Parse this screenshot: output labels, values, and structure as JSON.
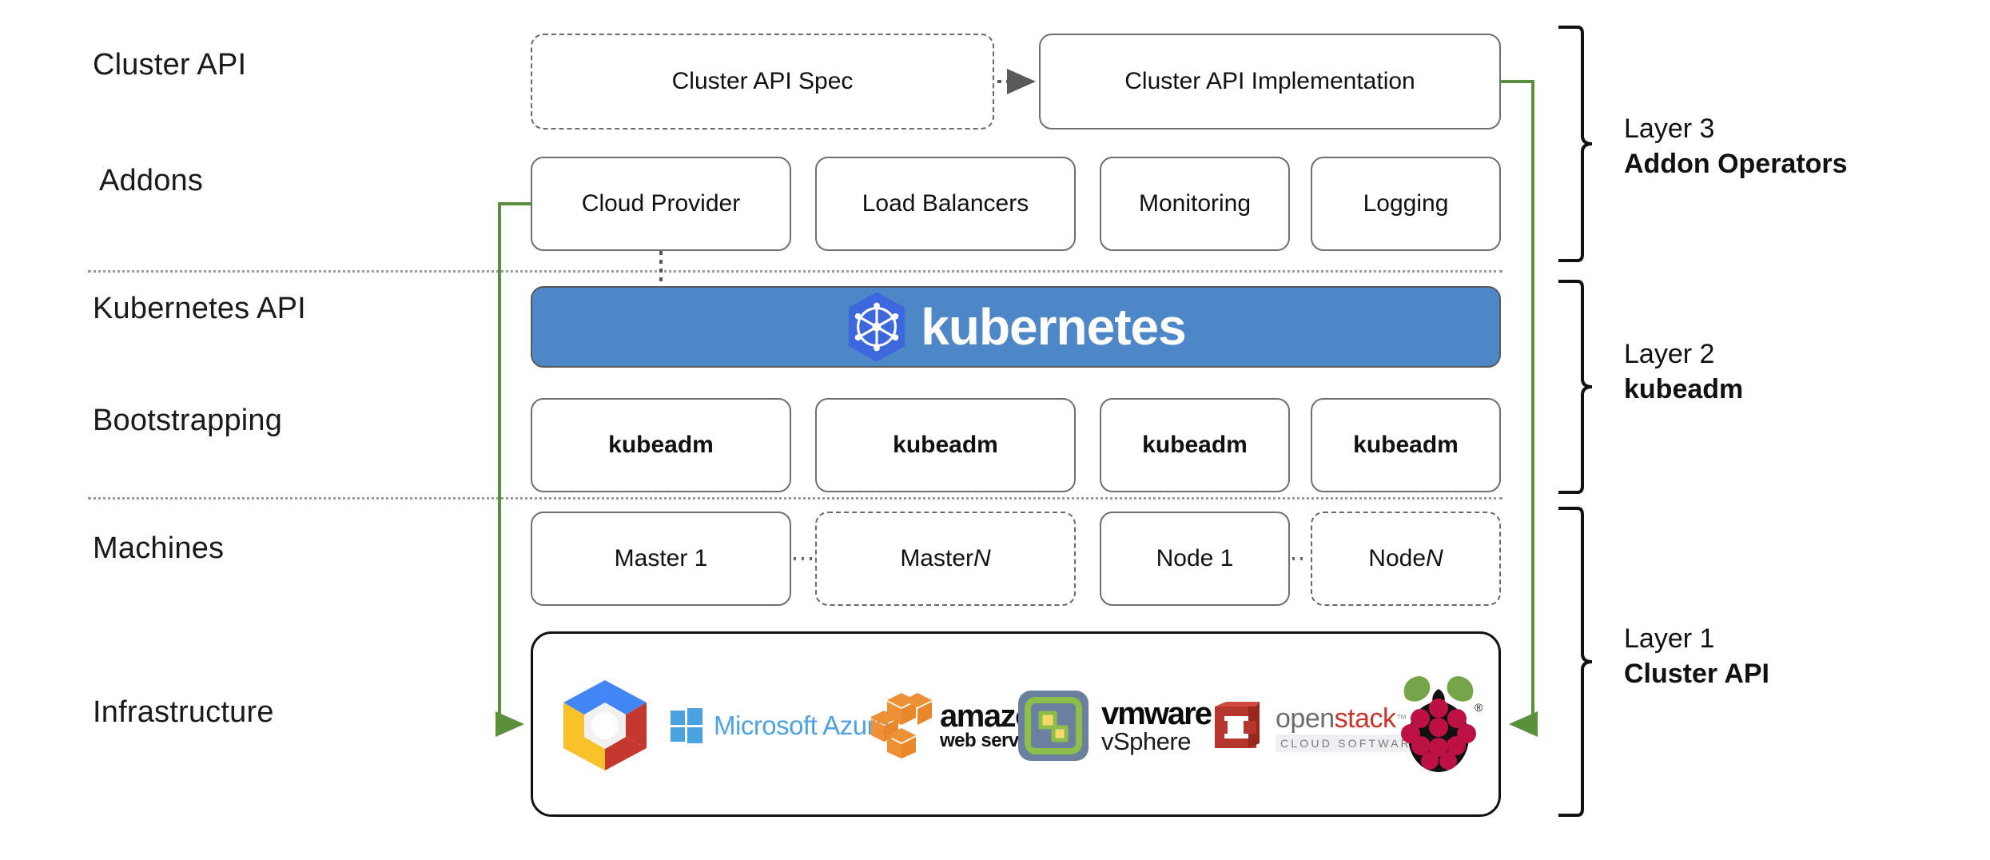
{
  "diagram": {
    "title": "Kubernetes Cluster API layered architecture",
    "accent_green": "#5a8f3c",
    "k8s_blue": "#4e87c7",
    "k8s_logo_blue": "#3d68dd"
  },
  "row_labels": [
    {
      "id": "cluster-api",
      "text": "Cluster API"
    },
    {
      "id": "addons",
      "text": "Addons"
    },
    {
      "id": "kubernetes-api",
      "text": "Kubernetes API"
    },
    {
      "id": "bootstrapping",
      "text": "Bootstrapping"
    },
    {
      "id": "machines",
      "text": "Machines"
    },
    {
      "id": "infrastructure",
      "text": "Infrastructure"
    }
  ],
  "cluster_api_row": {
    "spec": {
      "label": "Cluster API Spec",
      "border": "dashed"
    },
    "implementation": {
      "label": "Cluster API Implementation",
      "border": "solid"
    },
    "connector": "dotted-arrow-right"
  },
  "addons_row": [
    {
      "label": "Cloud Provider",
      "border": "solid"
    },
    {
      "label": "Load Balancers",
      "border": "solid"
    },
    {
      "label": "Monitoring",
      "border": "solid"
    },
    {
      "label": "Logging",
      "border": "solid"
    }
  ],
  "kubernetes_banner": {
    "wordmark": "kubernetes",
    "logo_name": "kubernetes-helm-icon"
  },
  "bootstrapping_row": [
    {
      "label": "kubeadm",
      "border": "solid",
      "bold": true
    },
    {
      "label": "kubeadm",
      "border": "solid",
      "bold": true
    },
    {
      "label": "kubeadm",
      "border": "solid",
      "bold": true
    },
    {
      "label": "kubeadm",
      "border": "solid",
      "bold": true
    }
  ],
  "machines_row": [
    {
      "label": "Master 1",
      "label_plain": "Master ",
      "label_italic": "",
      "border": "solid"
    },
    {
      "label": "Master N",
      "label_plain": "Master ",
      "label_italic": "N",
      "border": "dashed"
    },
    {
      "label": "Node 1",
      "label_plain": "Node ",
      "label_italic": "",
      "border": "solid"
    },
    {
      "label": "Node N",
      "label_plain": "Node ",
      "label_italic": "N",
      "border": "dashed"
    }
  ],
  "infrastructure_row": {
    "logos": [
      {
        "name": "google-cloud-platform-logo",
        "text": ""
      },
      {
        "name": "microsoft-azure-logo",
        "text": "Microsoft Azure"
      },
      {
        "name": "amazon-web-services-logo",
        "text": "amazon",
        "subtext": "web services"
      },
      {
        "name": "vmware-vsphere-logo",
        "text": "vmware",
        "subtext": "vSphere"
      },
      {
        "name": "openstack-logo",
        "text": "openstack",
        "subtext": "CLOUD SOFTWARE"
      },
      {
        "name": "raspberry-pi-logo",
        "text": ""
      }
    ]
  },
  "layers": [
    {
      "id": "layer-3",
      "title": "Layer 3",
      "subtitle": "Addon Operators"
    },
    {
      "id": "layer-2",
      "title": "Layer 2",
      "subtitle": "kubeadm"
    },
    {
      "id": "layer-1",
      "title": "Layer 1",
      "subtitle": "Cluster API"
    }
  ]
}
